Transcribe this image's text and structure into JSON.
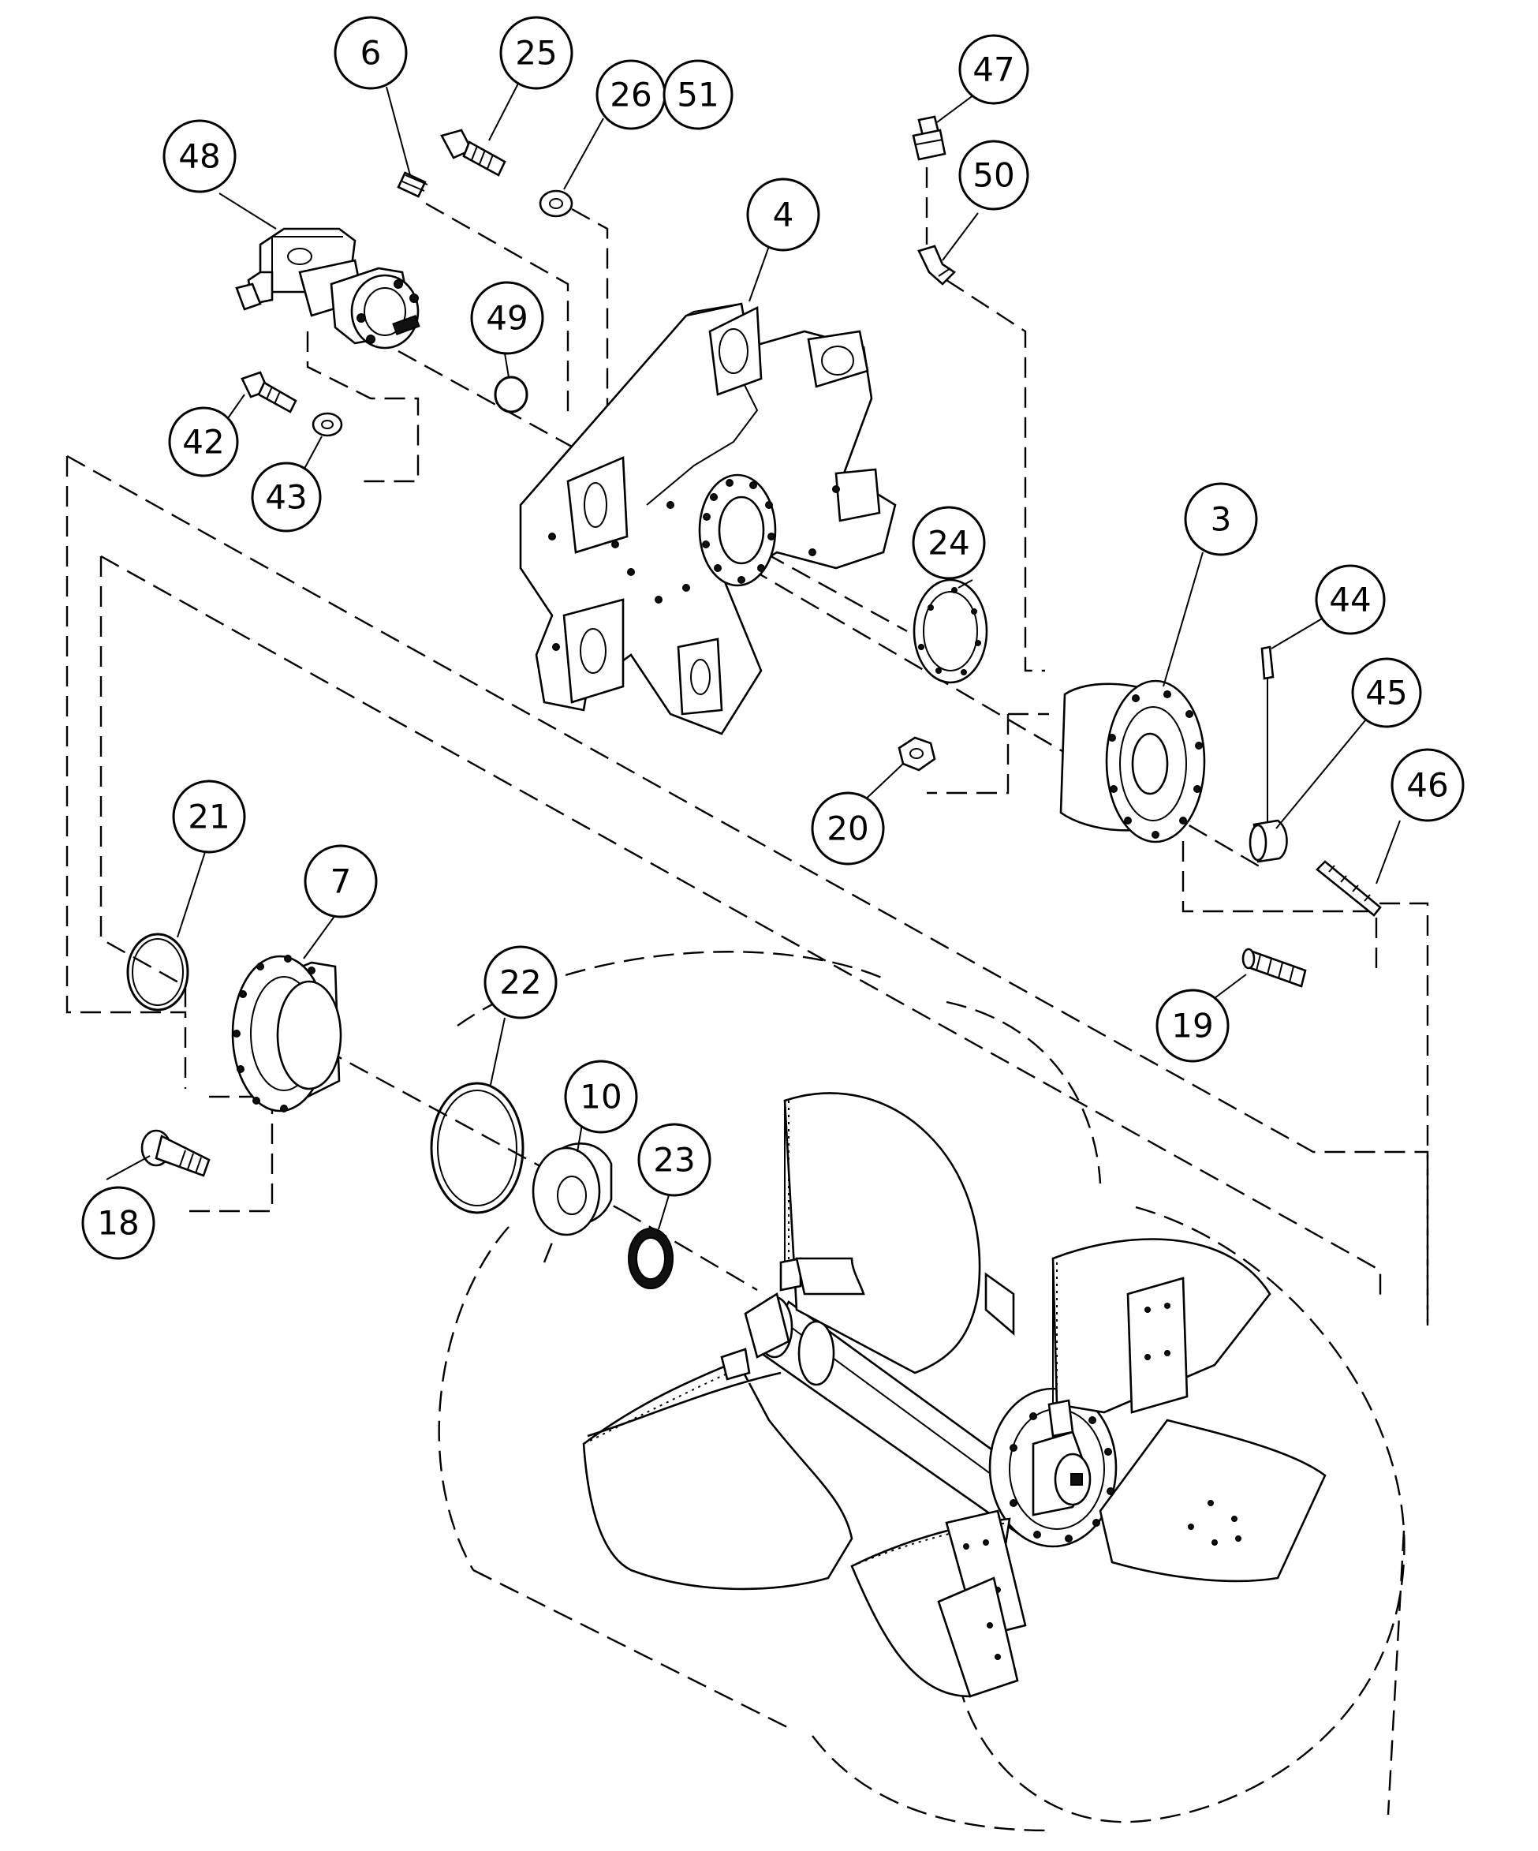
{
  "callouts": {
    "c6": "6",
    "c25": "25",
    "c26": "26",
    "c51": "51",
    "c47": "47",
    "c48": "48",
    "c50": "50",
    "c4": "4",
    "c49": "49",
    "c42": "42",
    "c43": "43",
    "c24": "24",
    "c3": "3",
    "c44": "44",
    "c45": "45",
    "c46": "46",
    "c20": "20",
    "c21": "21",
    "c7": "7",
    "c22": "22",
    "c19": "19",
    "c10": "10",
    "c23": "23",
    "c18": "18"
  }
}
